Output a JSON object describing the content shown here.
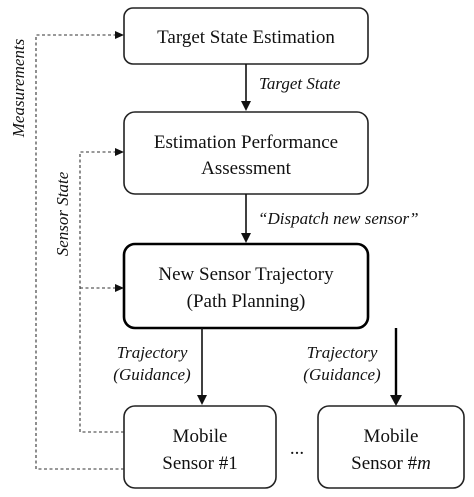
{
  "boxes": {
    "target_state_estimation": "Target State Estimation",
    "performance_line1": "Estimation Performance",
    "performance_line2": "Assessment",
    "trajectory_line1": "New Sensor Trajectory",
    "trajectory_line2": "(Path Planning)",
    "sensor1_line1": "Mobile",
    "sensor1_line2": "Sensor #1",
    "sensorm_line1": "Mobile",
    "sensorm_line2_prefix": "Sensor #",
    "sensorm_line2_var": "m"
  },
  "labels": {
    "target_state": "Target State",
    "dispatch": "“Dispatch new sensor”",
    "trajectory_left_1": "Trajectory",
    "trajectory_left_2": "(Guidance)",
    "trajectory_right_1": "Trajectory",
    "trajectory_right_2": "(Guidance)",
    "measurements": "Measurements",
    "sensor_state": "Sensor State",
    "ellipsis": "..."
  }
}
